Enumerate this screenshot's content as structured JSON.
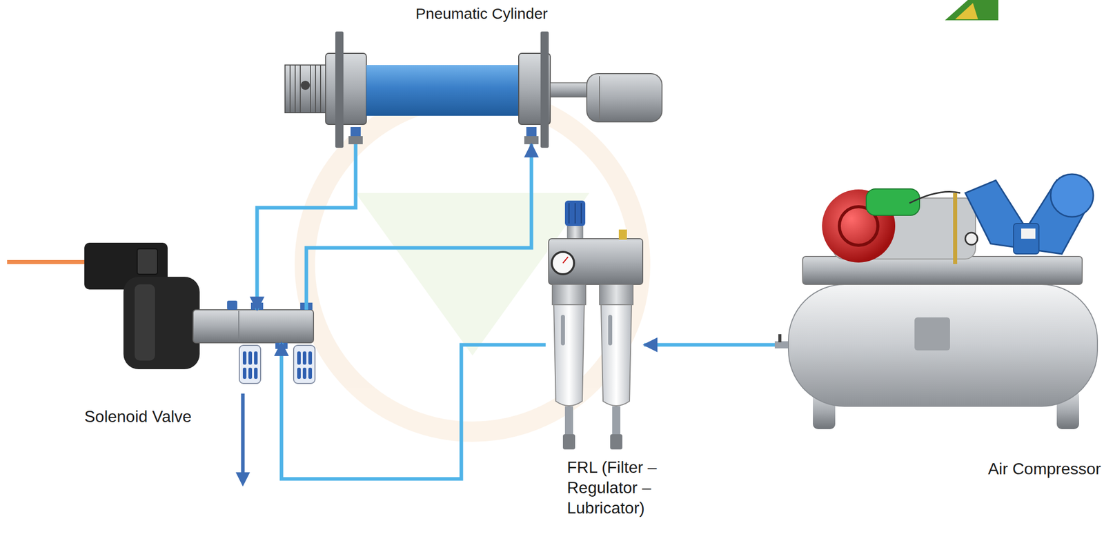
{
  "diagram": {
    "nodes": [
      {
        "text": [
          "Pneumatic Cylinder"
        ]
      },
      {
        "text": [
          "Solenoid Valve"
        ]
      },
      {
        "text": [
          "FRL (Filter – Regulator – Lubricator)"
        ]
      },
      {
        "text": [
          "Air Compressor"
        ]
      }
    ],
    "edges": [
      {
        "from": 3,
        "to": 2,
        "arrow": "to"
      },
      {
        "from": 2,
        "to": 1,
        "arrow": "to"
      },
      {
        "from": 1,
        "to": 0,
        "arrow": "to"
      },
      {
        "from": 0,
        "to": 1,
        "arrow": "to"
      }
    ]
  }
}
